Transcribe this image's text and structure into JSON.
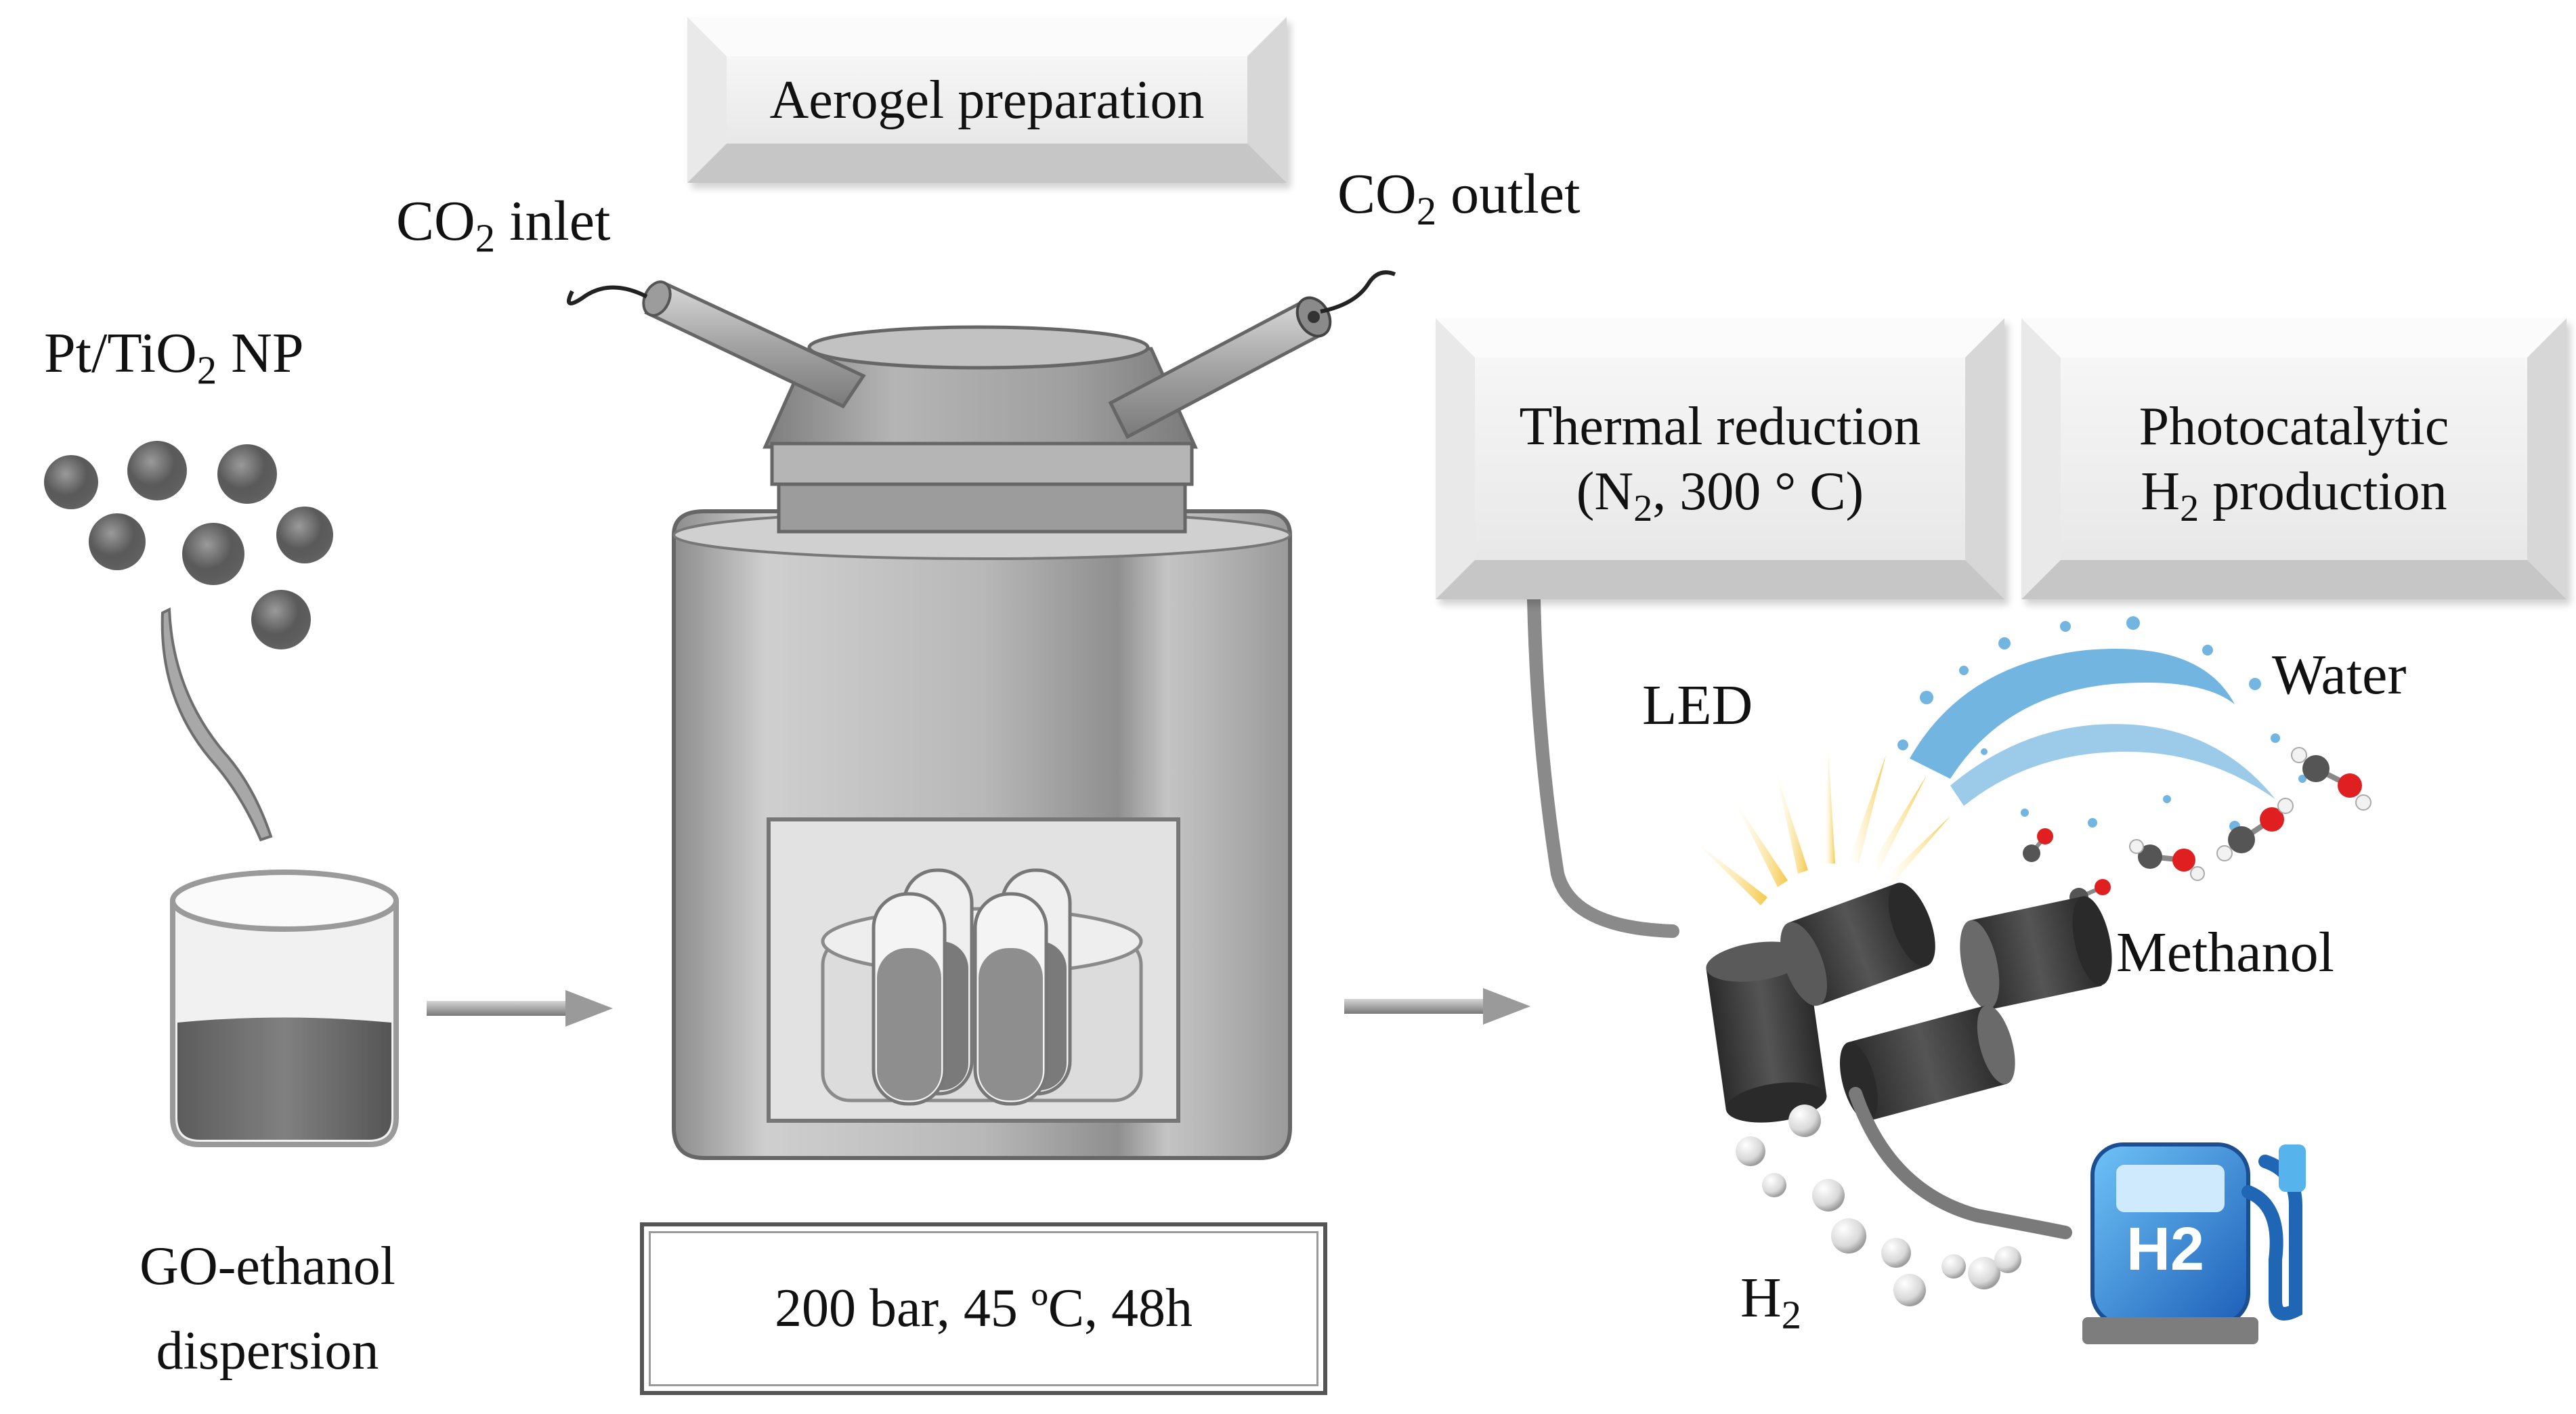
{
  "header": {
    "title": "Aerogel preparation"
  },
  "reactor": {
    "inlet_label": "CO",
    "inlet_sub": "2",
    "inlet_suffix": " inlet",
    "outlet_label": "CO",
    "outlet_sub": "2",
    "outlet_suffix": " outlet",
    "conditions": "200 bar, 45 ºC, 48h"
  },
  "precursor": {
    "np_label_prefix": "Pt/TiO",
    "np_label_sub": "2",
    "np_label_suffix": " NP",
    "dispersion_line1": "GO-ethanol",
    "dispersion_line2": "dispersion"
  },
  "thermal_box": {
    "line1": "Thermal reduction",
    "line2_prefix": "(N",
    "line2_sub": "2",
    "line2_suffix": ", 300 ° C)"
  },
  "photo_box": {
    "line1": "Photocatalytic",
    "line2_prefix": "H",
    "line2_sub": "2",
    "line2_suffix": " production"
  },
  "reaction": {
    "led_label": "LED",
    "water_label": "Water",
    "methanol_label": "Methanol",
    "h2_label": "H",
    "h2_sub": "2",
    "station_text": "H2"
  },
  "colors": {
    "metal_light": "#d9d9d9",
    "metal_mid": "#a6a6a6",
    "metal_dark": "#6e6e6e",
    "aerogel": "#3d3d3d",
    "water": "#4a9fd6",
    "led_ray": "#f7d66a",
    "station": "#2f7fcf",
    "oxygen": "#e02020"
  }
}
